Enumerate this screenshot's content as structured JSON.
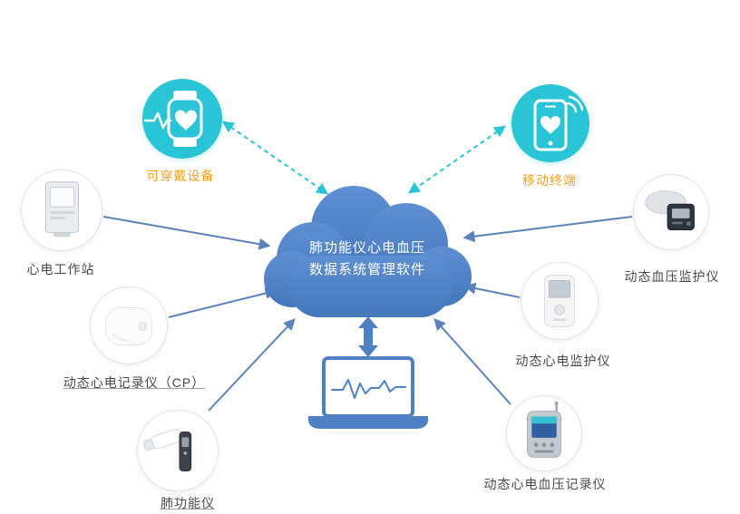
{
  "palette": {
    "teal_accent": "#29c5d6",
    "cloud_blue": "#4e80c4",
    "arrow_blue": "#5b82bd",
    "orange_label": "#f9a11b",
    "dark_label": "#4a4a4a"
  },
  "cloud": {
    "line1": "肺功能仪心电血压",
    "line2": "数据系统管理软件"
  },
  "nodes": {
    "wearable": {
      "label": "可穿戴设备",
      "icon": "smartwatch-icon"
    },
    "mobile": {
      "label": "移动终端",
      "icon": "smartphone-icon"
    },
    "workstation": {
      "label": "心电工作站",
      "icon": "ecg-workstation-image"
    },
    "holter_cp": {
      "label": "动态心电记录仪（CP）",
      "icon": "holter-recorder-image"
    },
    "spirometer": {
      "label": "肺功能仪",
      "icon": "spirometer-image"
    },
    "abp": {
      "label": "动态血压监护仪",
      "icon": "bp-monitor-image"
    },
    "holter_monitor": {
      "label": "动态心电监护仪",
      "icon": "ecg-monitor-image"
    },
    "ecg_bp_recorder": {
      "label": "动态心电血压记录仪",
      "icon": "ecg-bp-recorder-image"
    }
  }
}
